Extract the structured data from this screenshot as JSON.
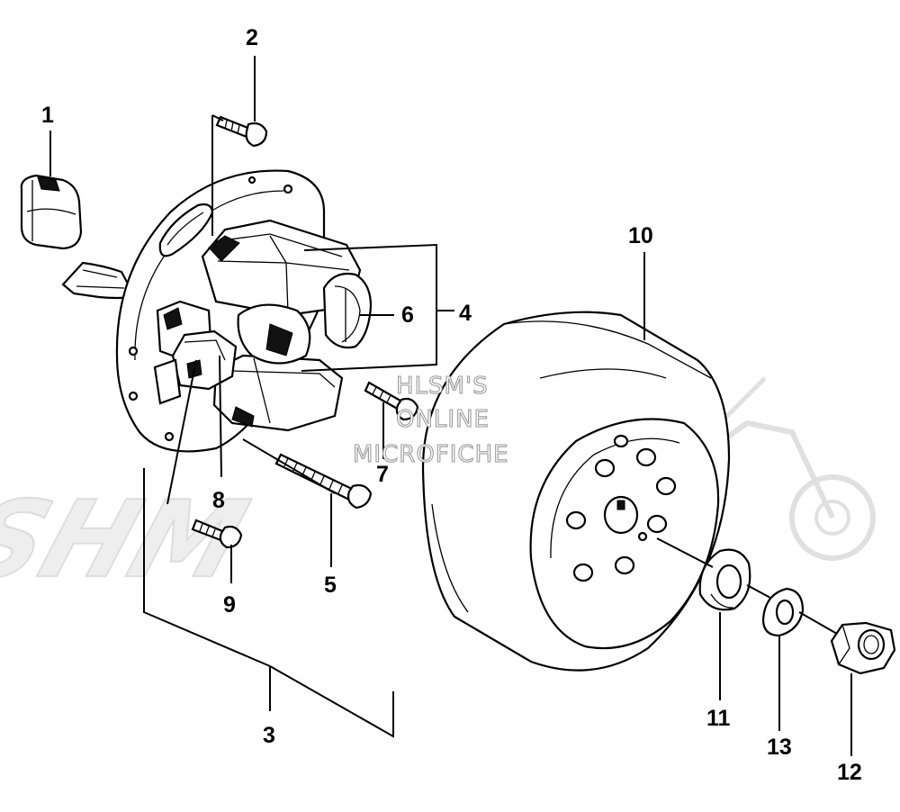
{
  "diagram": {
    "callouts": [
      "1",
      "2",
      "3",
      "4",
      "5",
      "6",
      "7",
      "8",
      "9",
      "10",
      "11",
      "12",
      "13"
    ]
  },
  "watermark": {
    "lines": [
      "HLSM'S",
      "ONLINE",
      "MICROFICHE"
    ]
  }
}
